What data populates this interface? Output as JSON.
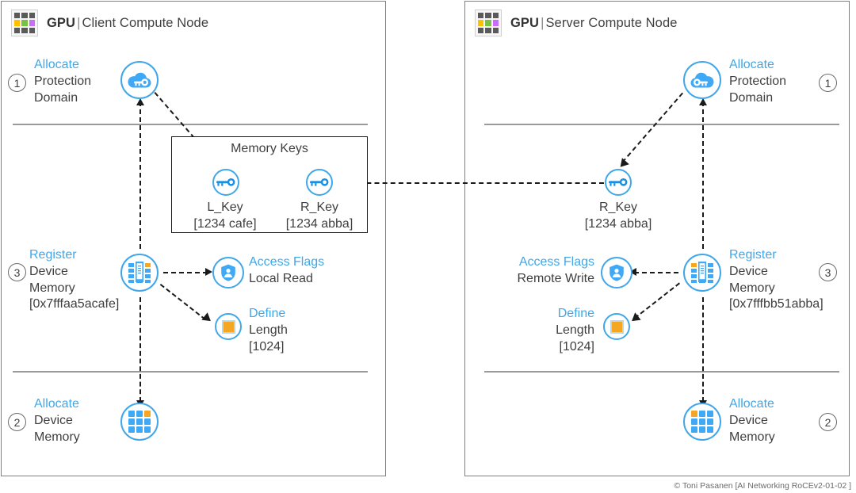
{
  "meta": {
    "copyright": "© Toni Pasanen [AI Networking RoCEv2-01-02 ]",
    "accent_blue": "#41a7e8",
    "icon_blue": "#3fa9f5",
    "highlight_orange": "#f5a623",
    "text_gray": "#3f3f3f",
    "border_gray": "#7f7f7f"
  },
  "client": {
    "header": {
      "gpu": "GPU",
      "separator": "|",
      "node": "Client Compute Node"
    },
    "steps": {
      "allocate_pd": {
        "number": "1",
        "title": "Allocate",
        "line2": "Protection",
        "line3": "Domain",
        "icon": "cloud-key-icon"
      },
      "register_memory": {
        "number": "3",
        "title": "Register",
        "line2": "Device",
        "line3": "Memory",
        "address": "[0x7fffaa5acafe]",
        "icon": "memory-register-icon"
      },
      "allocate_memory": {
        "number": "2",
        "title": "Allocate",
        "line2": "Device",
        "line3": "Memory",
        "icon": "memory-grid-icon"
      }
    },
    "access_flags": {
      "title": "Access Flags",
      "value": "Local Read",
      "icon": "shield-user-icon"
    },
    "define_length": {
      "title": "Define",
      "line2": "Length",
      "value": "[1024]",
      "icon": "orange-square-icon"
    }
  },
  "memory_keys": {
    "title": "Memory Keys",
    "keys": [
      {
        "name": "L_Key",
        "value": "[1234 cafe]",
        "icon": "key-icon"
      },
      {
        "name": "R_Key",
        "value": "[1234 abba]",
        "icon": "key-icon"
      }
    ]
  },
  "server": {
    "header": {
      "gpu": "GPU",
      "separator": "|",
      "node": "Server Compute Node"
    },
    "steps": {
      "allocate_pd": {
        "number": "1",
        "title": "Allocate",
        "line2": "Protection",
        "line3": "Domain",
        "icon": "cloud-key-icon"
      },
      "register_memory": {
        "number": "3",
        "title": "Register",
        "line2": "Device",
        "line3": "Memory",
        "address": "[0x7fffbb51abba]",
        "icon": "memory-register-icon"
      },
      "allocate_memory": {
        "number": "2",
        "title": "Allocate",
        "line2": "Device",
        "line3": "Memory",
        "icon": "memory-grid-icon"
      }
    },
    "remote_key": {
      "name": "R_Key",
      "value": "[1234 abba]",
      "icon": "key-icon"
    },
    "access_flags": {
      "title": "Access Flags",
      "value": "Remote Write",
      "icon": "shield-user-icon"
    },
    "define_length": {
      "title": "Define",
      "line2": "Length",
      "value": "[1024]",
      "icon": "orange-square-icon"
    }
  }
}
